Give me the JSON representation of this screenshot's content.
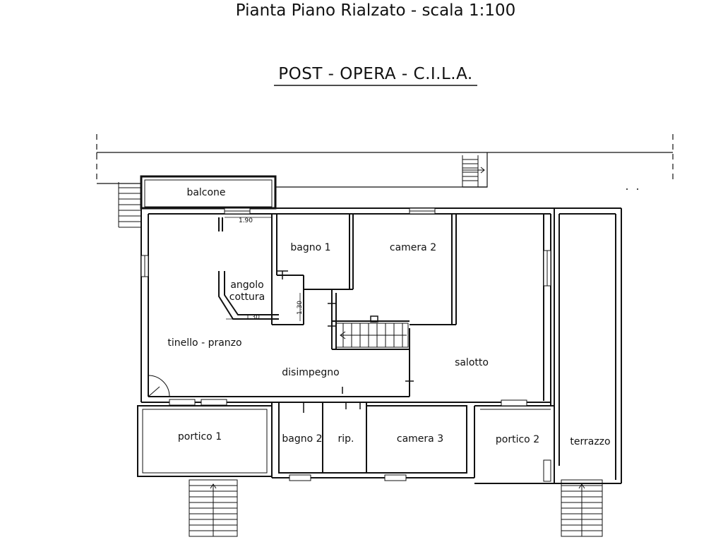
{
  "header": {
    "cut_title": "Pianta Piano Rialzato - scala 1:100",
    "title": "POST - OPERA - C.I.L.A."
  },
  "rooms": {
    "balcone": "balcone",
    "bagno1": "bagno 1",
    "camera2": "camera 2",
    "angolo_line1": "angolo",
    "angolo_line2": "cottura",
    "tinello": "tinello - pranzo",
    "disimpegno": "disimpegno",
    "salotto": "salotto",
    "portico1": "portico 1",
    "bagno2": "bagno 2",
    "rip": "rip.",
    "camera3": "camera 3",
    "portico2": "portico 2",
    "terrazzo": "terrazzo"
  },
  "dimensions": {
    "d1": "1.90",
    "d2": "1.30",
    "d3": "1.30"
  },
  "colors": {
    "ink": "#111111",
    "paper": "#ffffff"
  }
}
